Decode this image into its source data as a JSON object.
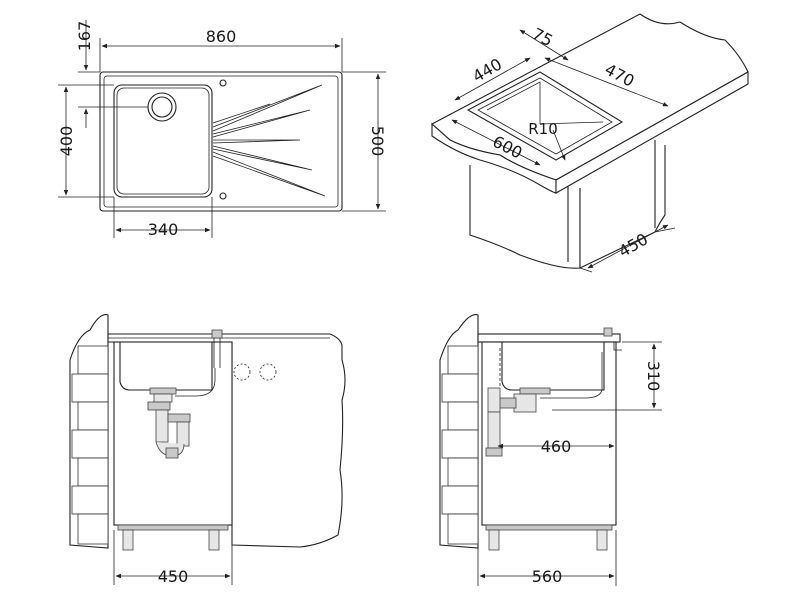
{
  "top_view": {
    "width_mm": "860",
    "depth_mm": "500",
    "bowl_width_mm": "340",
    "bowl_depth_mm": "400",
    "drain_offset_mm": "167"
  },
  "iso_view": {
    "cutout_length_mm": "600",
    "cutout_width_mm": "440",
    "countertop_right_mm": "470",
    "rim_offset_mm": "75",
    "corner_radius": "R10",
    "cabinet_depth_mm": "450"
  },
  "front_view": {
    "cabinet_width_mm": "450"
  },
  "side_view": {
    "cabinet_width_mm": "560",
    "trap_depth_mm": "460",
    "bowl_height_mm": "310"
  }
}
